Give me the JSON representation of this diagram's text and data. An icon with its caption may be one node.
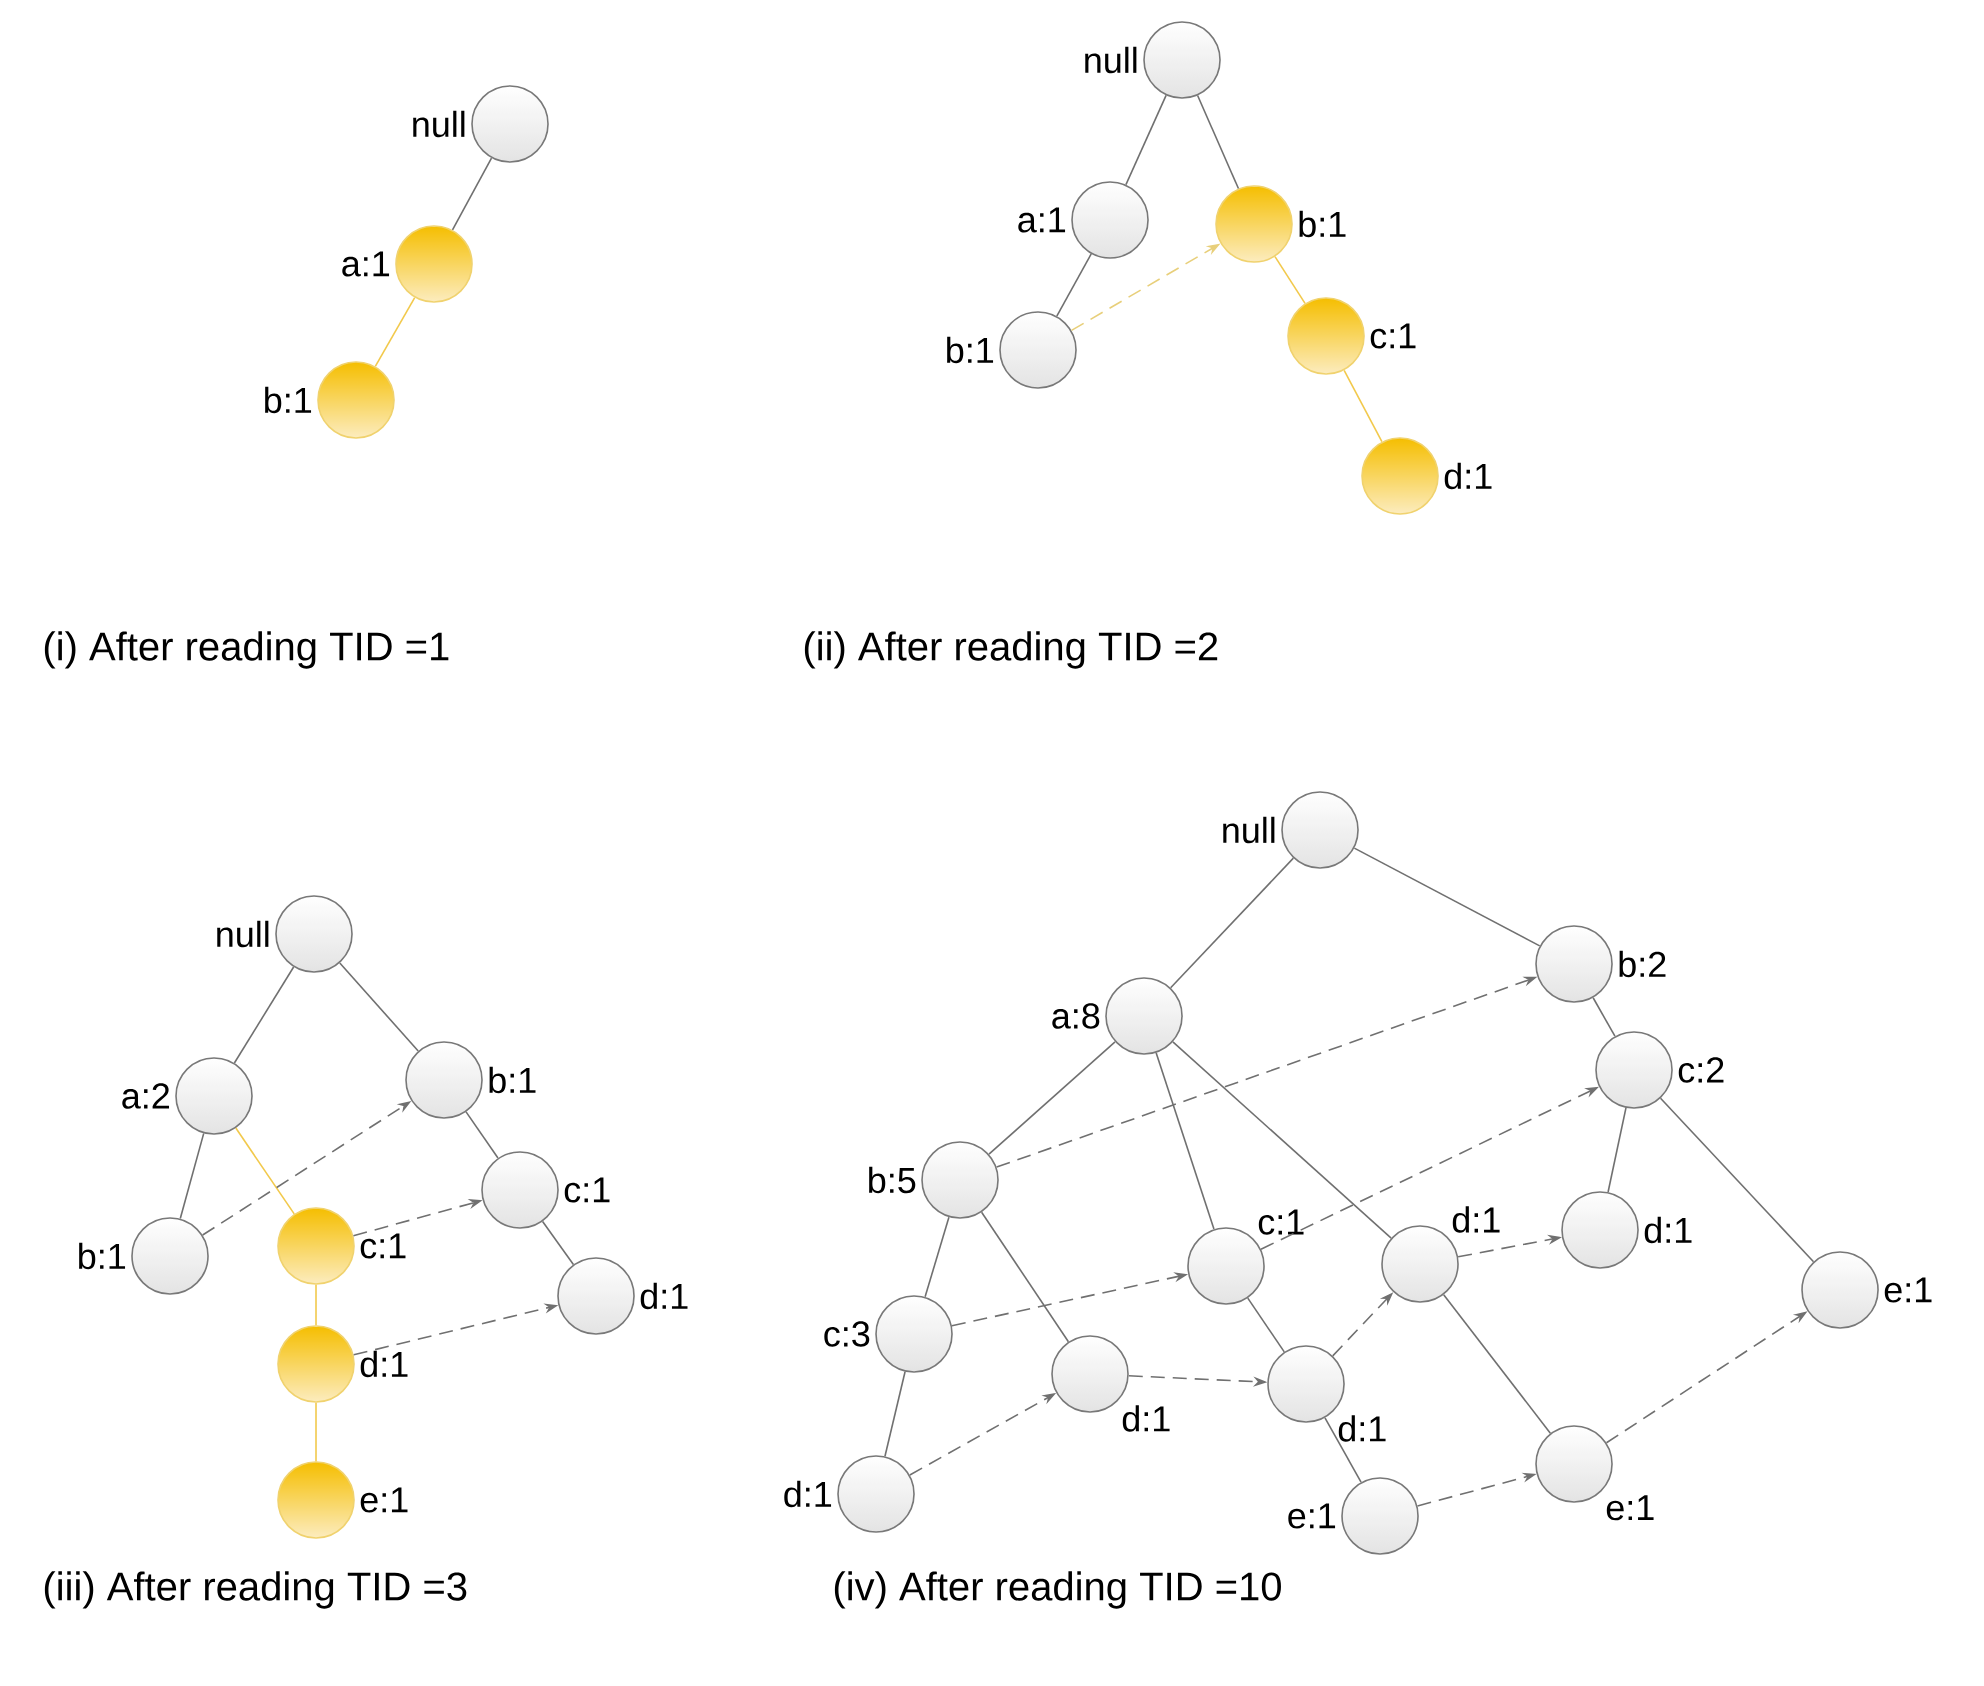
{
  "diagram": {
    "nodes": [
      {
        "text": [
          "null"
        ]
      },
      {
        "text": [
          "a:1"
        ]
      },
      {
        "text": [
          "b:1"
        ]
      },
      {
        "text": [
          "null"
        ]
      },
      {
        "text": [
          "a:1"
        ]
      },
      {
        "text": [
          "b:1"
        ]
      },
      {
        "text": [
          "b:1"
        ]
      },
      {
        "text": [
          "c:1"
        ]
      },
      {
        "text": [
          "d:1"
        ]
      },
      {
        "text": [
          "null"
        ]
      },
      {
        "text": [
          "a:2"
        ]
      },
      {
        "text": [
          "b:1"
        ]
      },
      {
        "text": [
          "b:1"
        ]
      },
      {
        "text": [
          "c:1"
        ]
      },
      {
        "text": [
          "c:1"
        ]
      },
      {
        "text": [
          "d:1"
        ]
      },
      {
        "text": [
          "d:1"
        ]
      },
      {
        "text": [
          "e:1"
        ]
      },
      {
        "text": [
          "null"
        ]
      },
      {
        "text": [
          "a:8"
        ]
      },
      {
        "text": [
          "b:2"
        ]
      },
      {
        "text": [
          "b:5"
        ]
      },
      {
        "text": [
          "c:1"
        ]
      },
      {
        "text": [
          "d:1"
        ]
      },
      {
        "text": [
          "c:2"
        ]
      },
      {
        "text": [
          "d:1"
        ]
      },
      {
        "text": [
          "c:3"
        ]
      },
      {
        "text": [
          "d:1"
        ]
      },
      {
        "text": [
          "d:1"
        ]
      },
      {
        "text": [
          "e:1"
        ]
      },
      {
        "text": [
          "d:1"
        ]
      },
      {
        "text": [
          "e:1"
        ]
      },
      {
        "text": [
          "e:1"
        ]
      }
    ],
    "edges": [
      {
        "from": 0,
        "to": 1,
        "arrow": "none"
      },
      {
        "from": 1,
        "to": 2,
        "arrow": "none",
        "color": "#f2c94c"
      },
      {
        "from": 3,
        "to": 4,
        "arrow": "none"
      },
      {
        "from": 3,
        "to": 5,
        "arrow": "none"
      },
      {
        "from": 4,
        "to": 6,
        "arrow": "none"
      },
      {
        "from": 5,
        "to": 7,
        "arrow": "none",
        "color": "#f2c94c"
      },
      {
        "from": 7,
        "to": 8,
        "arrow": "none",
        "color": "#f2c94c"
      },
      {
        "from": 6,
        "to": 5,
        "arrow": "to",
        "style": "dashed",
        "color": "#e8cf7a"
      },
      {
        "from": 9,
        "to": 10,
        "arrow": "none"
      },
      {
        "from": 9,
        "to": 11,
        "arrow": "none"
      },
      {
        "from": 10,
        "to": 12,
        "arrow": "none"
      },
      {
        "from": 11,
        "to": 14,
        "arrow": "none"
      },
      {
        "from": 14,
        "to": 16,
        "arrow": "none"
      },
      {
        "from": 10,
        "to": 13,
        "arrow": "none",
        "color": "#f2c94c"
      },
      {
        "from": 13,
        "to": 15,
        "arrow": "none",
        "color": "#f2c94c"
      },
      {
        "from": 15,
        "to": 17,
        "arrow": "none",
        "color": "#f2c94c"
      },
      {
        "from": 12,
        "to": 11,
        "arrow": "to",
        "style": "dashed"
      },
      {
        "from": 13,
        "to": 14,
        "arrow": "to",
        "style": "dashed"
      },
      {
        "from": 15,
        "to": 16,
        "arrow": "to",
        "style": "dashed"
      },
      {
        "from": 18,
        "to": 19,
        "arrow": "none"
      },
      {
        "from": 18,
        "to": 20,
        "arrow": "none"
      },
      {
        "from": 19,
        "to": 21,
        "arrow": "none"
      },
      {
        "from": 19,
        "to": 22,
        "arrow": "none"
      },
      {
        "from": 19,
        "to": 23,
        "arrow": "none"
      },
      {
        "from": 20,
        "to": 24,
        "arrow": "none"
      },
      {
        "from": 24,
        "to": 25,
        "arrow": "none"
      },
      {
        "from": 24,
        "to": 29,
        "arrow": "none"
      },
      {
        "from": 21,
        "to": 26,
        "arrow": "none"
      },
      {
        "from": 21,
        "to": 27,
        "arrow": "none"
      },
      {
        "from": 26,
        "to": 30,
        "arrow": "none"
      },
      {
        "from": 22,
        "to": 28,
        "arrow": "none"
      },
      {
        "from": 28,
        "to": 32,
        "arrow": "none"
      },
      {
        "from": 23,
        "to": 31,
        "arrow": "none"
      },
      {
        "from": 21,
        "to": 20,
        "arrow": "to",
        "style": "dashed"
      },
      {
        "from": 26,
        "to": 22,
        "arrow": "to",
        "style": "dashed"
      },
      {
        "from": 22,
        "to": 24,
        "arrow": "to",
        "style": "dashed"
      },
      {
        "from": 30,
        "to": 27,
        "arrow": "to",
        "style": "dashed"
      },
      {
        "from": 27,
        "to": 28,
        "arrow": "to",
        "style": "dashed"
      },
      {
        "from": 28,
        "to": 23,
        "arrow": "to",
        "style": "dashed"
      },
      {
        "from": 23,
        "to": 25,
        "arrow": "to",
        "style": "dashed"
      },
      {
        "from": 32,
        "to": 31,
        "arrow": "to",
        "style": "dashed"
      },
      {
        "from": 31,
        "to": 29,
        "arrow": "to",
        "style": "dashed"
      }
    ],
    "labels": [
      "(i) After reading TID =1",
      "(ii) After reading TID =2",
      "(iii) After reading TID =3",
      "(iv) After reading TID =10"
    ]
  }
}
